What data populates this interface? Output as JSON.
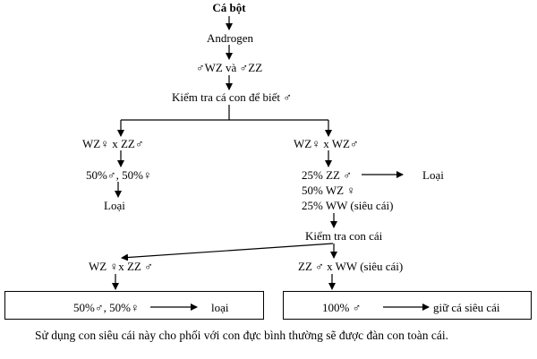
{
  "diagram": {
    "start": "Cá bột",
    "step1": "Androgen",
    "step2": "♂WZ và ♂ZZ",
    "step3": "Kiểm tra cá con để biết ♂",
    "left": {
      "cross": "WZ♀ x ZZ♂",
      "result": "50%♂, 50%♀",
      "outcome": "Loại"
    },
    "right": {
      "cross": "WZ♀ x WZ♂",
      "r1": "25% ZZ ♂",
      "r1_outcome": "Loại",
      "r2": "50% WZ ♀",
      "r3": "25% WW (siêu cái)",
      "check": "Kiểm tra con cái"
    },
    "bottom_left": {
      "cross": "WZ ♀x ZZ ♂",
      "result": "50%♂, 50%♀",
      "outcome": "loại"
    },
    "bottom_right": {
      "cross": "ZZ ♂ x WW (siêu cái)",
      "result": "100%  ♂",
      "outcome": "giữ cá siêu cái"
    }
  },
  "caption": "Sử dụng con siêu cái này cho phối với con đực bình thường sẽ được đàn con toàn cái."
}
